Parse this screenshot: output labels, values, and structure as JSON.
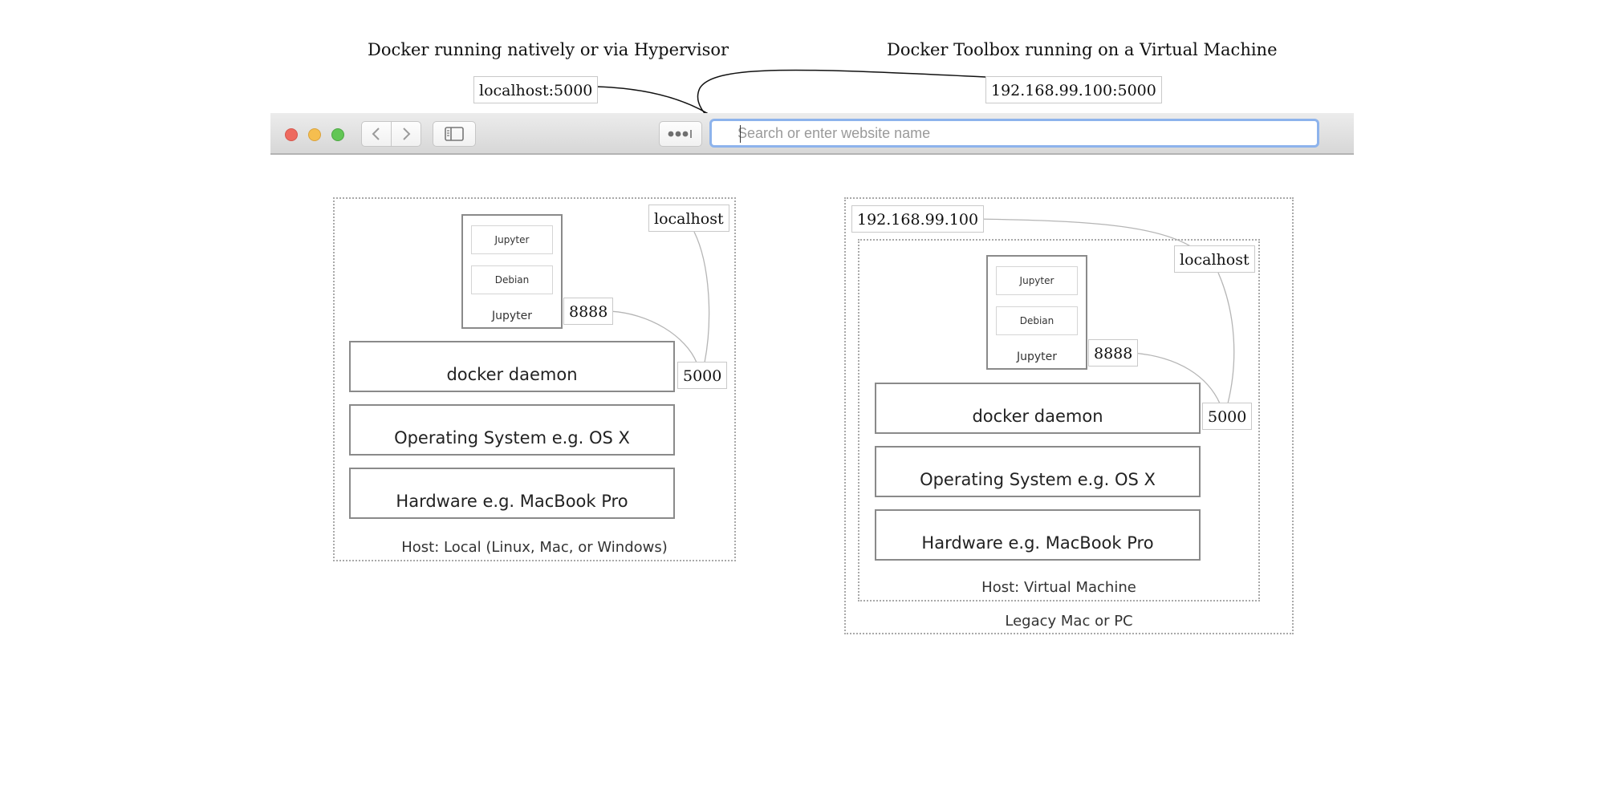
{
  "captions": {
    "left": "Docker running natively or via Hypervisor",
    "right": "Docker Toolbox running on a Virtual Machine"
  },
  "address_tags": {
    "left": "localhost:5000",
    "right": "192.168.99.100:5000"
  },
  "browser": {
    "search_placeholder": "Search or enter website name",
    "icons": [
      "close-light",
      "minimize-light",
      "zoom-light",
      "back-icon",
      "forward-icon",
      "sidebar-icon",
      "reader-icon"
    ],
    "colors": {
      "close": "#ee6a5f",
      "minimize": "#f5be4f",
      "zoom": "#62c655",
      "url_focus": "#8db3ec"
    }
  },
  "left_host": {
    "host_label": "Host: Local (Linux, Mac, or Windows)",
    "localhost_tag": "localhost",
    "container": {
      "app": "Jupyter",
      "base": "Debian",
      "label": "Jupyter"
    },
    "container_port": "8888",
    "host_port": "5000",
    "layers": [
      "docker daemon",
      "Operating System e.g. OS X",
      "Hardware e.g. MacBook Pro"
    ]
  },
  "right_host": {
    "outer_label": "Legacy Mac or PC",
    "ip_tag": "192.168.99.100",
    "host_label": "Host: Virtual Machine",
    "localhost_tag": "localhost",
    "container": {
      "app": "Jupyter",
      "base": "Debian",
      "label": "Jupyter"
    },
    "container_port": "8888",
    "host_port": "5000",
    "layers": [
      "docker daemon",
      "Operating System e.g. OS X",
      "Hardware e.g. MacBook Pro"
    ]
  }
}
